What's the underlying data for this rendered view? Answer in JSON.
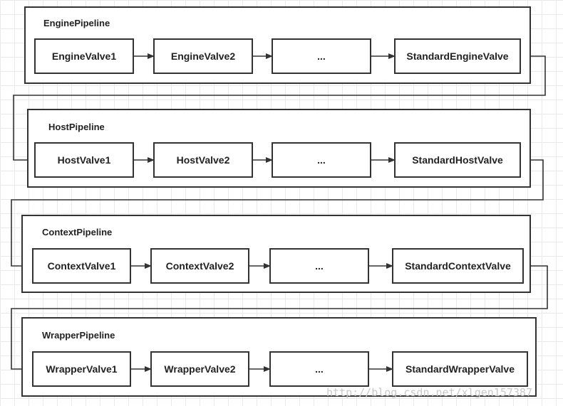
{
  "pipelines": [
    {
      "name": "EnginePipeline",
      "valves": [
        "EngineValve1",
        "EngineValve2",
        "...",
        "StandardEngineValve"
      ]
    },
    {
      "name": "HostPipeline",
      "valves": [
        "HostValve1",
        "HostValve2",
        "...",
        "StandardHostValve"
      ]
    },
    {
      "name": "ContextPipeline",
      "valves": [
        "ContextValve1",
        "ContextValve2",
        "...",
        "StandardContextValve"
      ]
    },
    {
      "name": "WrapperPipeline",
      "valves": [
        "WrapperValve1",
        "WrapperValve2",
        "...",
        "StandardWrapperValve"
      ]
    }
  ],
  "watermark": "http://blog.csdn.net/xlgen157387"
}
